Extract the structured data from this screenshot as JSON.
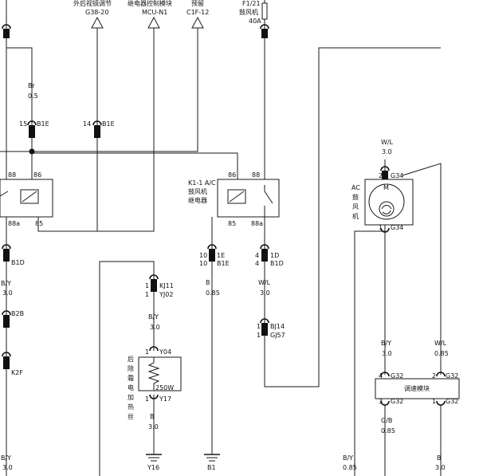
{
  "labels": {
    "top_left_1": "外后视镜调节",
    "top_left_2": "G38-20",
    "top_mid_1": "继电器控制模块",
    "top_mid_2": "MCU-N1",
    "top_reserve_1": "预留",
    "top_reserve_2": "C1F-12",
    "fuse_1": "F1/21",
    "fuse_2": "鼓风机",
    "fuse_3": "40A",
    "wire_br": "Br",
    "wire_br_size": "0.5",
    "pin_15": "15",
    "b1e_a": "B1E",
    "pin_14": "14",
    "b1e_b": "B1E",
    "relay_left_88": "88",
    "relay_left_86": "86",
    "relay_left_88a": "88a",
    "relay_left_85": "85",
    "relay_right_name_1": "K1-1 A/C",
    "relay_right_name_2": "鼓风机",
    "relay_right_name_3": "继电器",
    "relay_right_86": "86",
    "relay_right_88": "88",
    "relay_right_85": "85",
    "relay_right_88a": "88a",
    "b1d_left": "B1D",
    "wire_by_left": "B/Y",
    "wire_by_left_size": "3.0",
    "b2b": "B2B",
    "k2f": "K2F",
    "wire_by_left2": "B/Y",
    "wire_by_left2_size": "3.0",
    "pin_10a": "10",
    "pin_10b": "10",
    "b1e_c_top": "1E",
    "b1e_c": "B1E",
    "wire_b_mid": "B",
    "wire_b_mid_size": "0.85",
    "pin_4a": "4",
    "pin_4b": "4",
    "b1d_right_top": "1D",
    "b1d_right": "B1D",
    "wire_wl_mid": "W/L",
    "wire_wl_mid_size": "3.0",
    "kj11": "KJ11",
    "yj02": "YJ02",
    "pin_1_kj": "1",
    "pin_1_yj": "1",
    "wire_by_mid": "B/Y",
    "wire_by_mid_size": "3.0",
    "bj14": "BJ14",
    "gj57": "GJ57",
    "pin_1_bj": "1",
    "pin_1_gj": "1",
    "heater_1": "后",
    "heater_2": "除",
    "heater_3": "霜",
    "heater_4": "电",
    "heater_5": "加",
    "heater_6": "热",
    "heater_7": "丝",
    "y04": "Y04",
    "pin_1_y04": "1",
    "res_250w": "250W",
    "y17": "Y17",
    "pin_1_y17": "1",
    "wire_b_heater": "B",
    "wire_b_heater_size": "3.0",
    "ground_y16": "Y16",
    "ground_b1": "B1",
    "wire_wl_top": "W/L",
    "wire_wl_top_size": "3.0",
    "motor_1": "AC",
    "motor_2": "鼓",
    "motor_3": "风",
    "motor_4": "机",
    "motor_m": "M",
    "g34_top_pin": "2",
    "g34_top": "G34",
    "g34_bot_pin": "1",
    "g34_bot": "G34",
    "wire_by_right": "B/Y",
    "wire_by_right_size": "3.0",
    "wire_wl_right": "W/L",
    "wire_wl_right_size": "0.85",
    "g32_pin_4": "4",
    "g32_a": "G32",
    "g32_pin_2": "2",
    "g32_b": "G32",
    "speed_module": "调速模块",
    "g32_pin_3": "3",
    "g32_c": "G32",
    "g32_pin_1": "1",
    "g32_d": "G32",
    "wire_gb": "G/B",
    "wire_gb_size": "0.85",
    "wire_by_bottom": "B/Y",
    "wire_by_bottom_size": "0.85",
    "wire_b_bottom": "B",
    "wire_b_bottom_size": "3.0"
  }
}
